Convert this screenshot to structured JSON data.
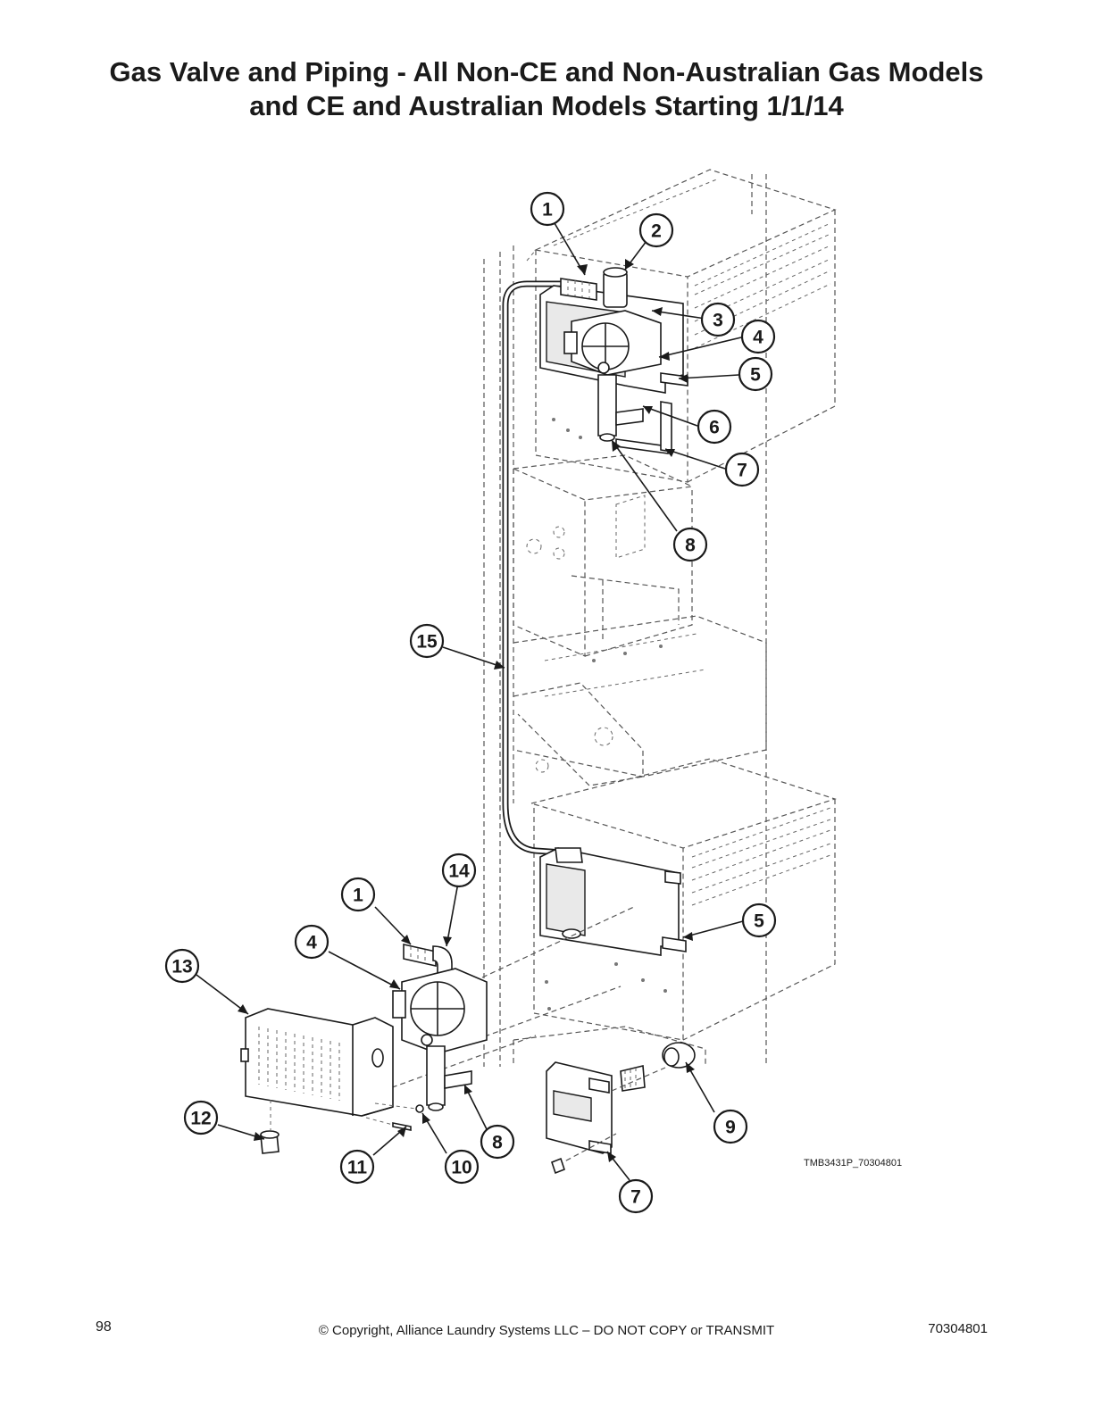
{
  "header": {
    "title_line1": "Gas Valve and Piping - All Non-CE and Non-Australian Gas Models",
    "title_line2": "and CE and Australian Models Starting 1/1/14"
  },
  "diagram": {
    "reference_code": "TMB3431P_70304801",
    "callouts": [
      {
        "id": "c1a",
        "label": "1"
      },
      {
        "id": "c2",
        "label": "2"
      },
      {
        "id": "c3",
        "label": "3"
      },
      {
        "id": "c4a",
        "label": "4"
      },
      {
        "id": "c5a",
        "label": "5"
      },
      {
        "id": "c6",
        "label": "6"
      },
      {
        "id": "c7a",
        "label": "7"
      },
      {
        "id": "c8a",
        "label": "8"
      },
      {
        "id": "c15",
        "label": "15"
      },
      {
        "id": "c14",
        "label": "14"
      },
      {
        "id": "c1b",
        "label": "1"
      },
      {
        "id": "c4b",
        "label": "4"
      },
      {
        "id": "c5b",
        "label": "5"
      },
      {
        "id": "c13",
        "label": "13"
      },
      {
        "id": "c12",
        "label": "12"
      },
      {
        "id": "c11",
        "label": "11"
      },
      {
        "id": "c10",
        "label": "10"
      },
      {
        "id": "c8b",
        "label": "8"
      },
      {
        "id": "c9",
        "label": "9"
      },
      {
        "id": "c7b",
        "label": "7"
      }
    ]
  },
  "footer": {
    "page_number": "98",
    "copyright": "© Copyright, Alliance Laundry Systems LLC – DO NOT COPY or TRANSMIT",
    "document_number": "70304801"
  }
}
